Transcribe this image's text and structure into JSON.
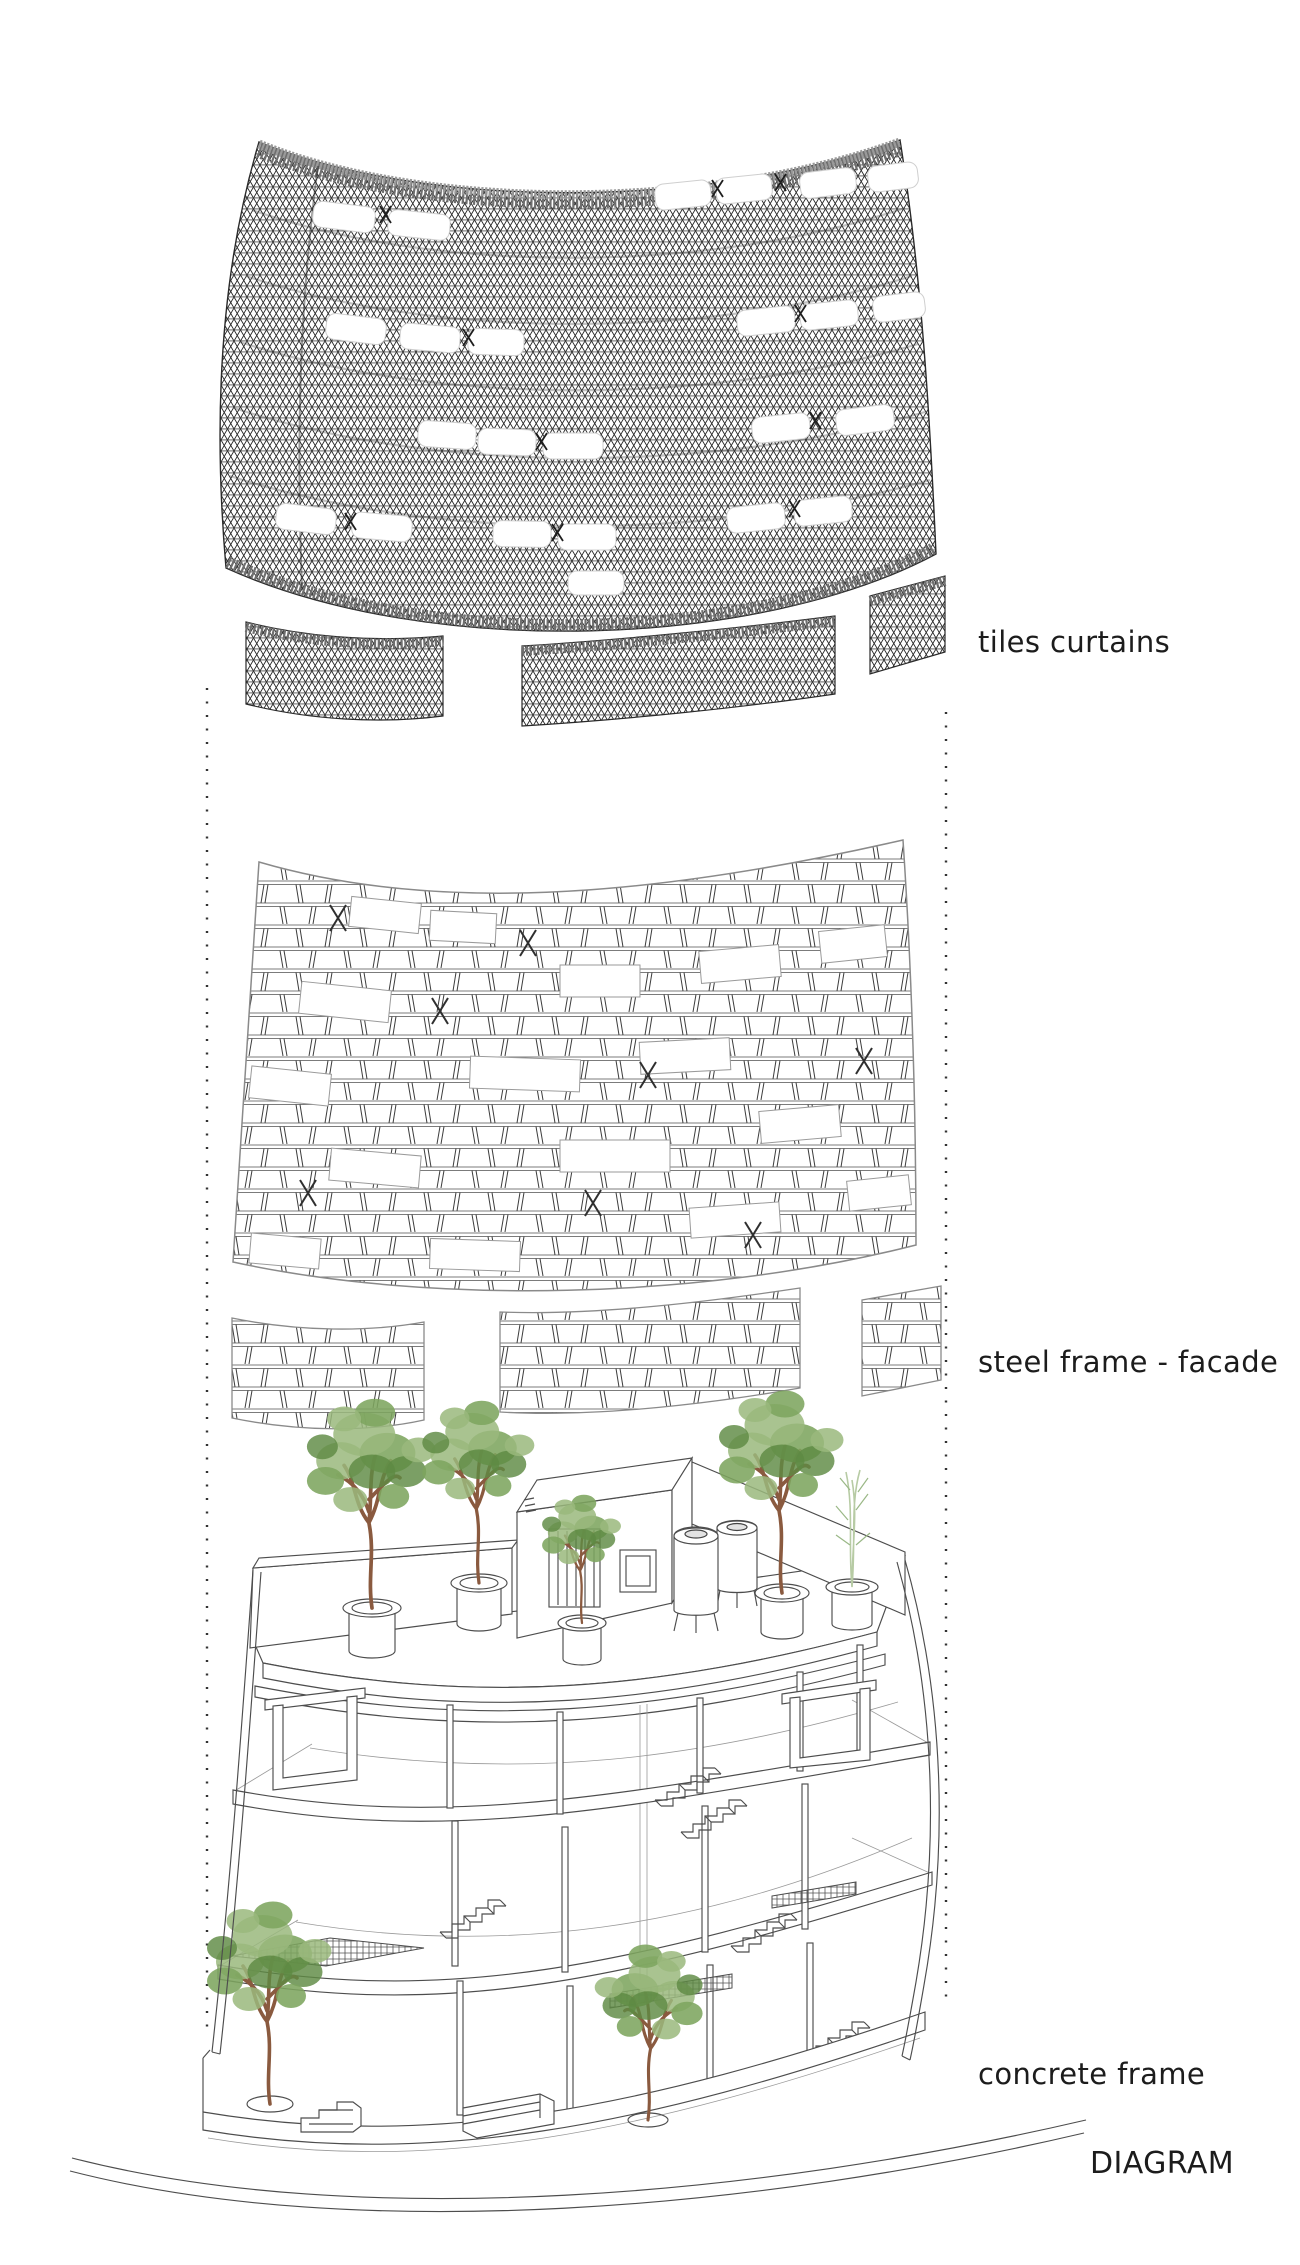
{
  "document": {
    "type": "architectural exploded axonometric diagram",
    "title": "DIAGRAM"
  },
  "labels": {
    "tiles_curtains": "tiles curtains",
    "steel_frame_facade": "steel frame - facade",
    "concrete_frame": "concrete frame",
    "diagram_title": "DIAGRAM"
  },
  "layers": [
    {
      "order": 1,
      "name": "tiles curtains"
    },
    {
      "order": 2,
      "name": "steel frame - facade"
    },
    {
      "order": 3,
      "name": "concrete frame"
    }
  ],
  "colors": {
    "background": "#ffffff",
    "text": "#1c1c1c",
    "curtain_dark": "#262626",
    "curtain_band": "#6f6f6f",
    "steel_gray": "#7b7b7b",
    "steel_dark": "#3d3d3d",
    "concrete_line": "#4d4d4d",
    "leaf_light": "#9ab87c",
    "leaf_mid": "#7da55e",
    "leaf_dark": "#5e8a43",
    "leaf_pale": "#b7cba4",
    "trunk_brown": "#8a5a3f",
    "guide_dot": "#333333"
  }
}
